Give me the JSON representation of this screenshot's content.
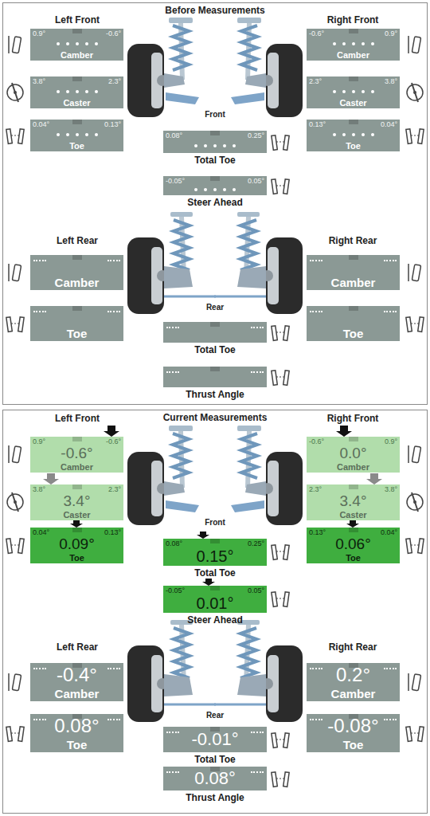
{
  "diagram": {
    "nodes": [
      {
        "text": [
          "Before Measurements"
        ]
      },
      {
        "text": [
          "0.9°",
          "-0.6°",
          "Camber"
        ],
        "in": 0
      },
      {
        "text": [
          "-0.6°",
          "0.9°",
          "Camber"
        ],
        "in": 0
      },
      {
        "text": [
          "3.8°",
          "2.3°",
          "Caster"
        ],
        "in": 0
      },
      {
        "text": [
          "2.3°",
          "3.8°",
          "Caster"
        ],
        "in": 0
      },
      {
        "text": [
          "0.04°",
          "0.13°",
          "Toe"
        ],
        "in": 0
      },
      {
        "text": [
          "0.13°",
          "0.04°",
          "Toe"
        ],
        "in": 0
      },
      {
        "text": [
          "0.08°",
          "0.25°",
          "Total Toe"
        ],
        "in": 0
      },
      {
        "text": [
          "-0.05°",
          "0.05°",
          "Steer Ahead"
        ],
        "in": 0
      },
      {
        "text": [
          "Camber"
        ],
        "in": 0
      },
      {
        "text": [
          "Camber"
        ],
        "in": 0
      },
      {
        "text": [
          "Toe"
        ],
        "in": 0
      },
      {
        "text": [
          "Toe"
        ],
        "in": 0
      },
      {
        "text": [
          "Total Toe"
        ],
        "in": 0
      },
      {
        "text": [
          "Thrust Angle"
        ],
        "in": 0
      },
      {
        "text": [
          "Current Measurements"
        ]
      },
      {
        "text": [
          "0.9°",
          "-0.6°",
          "-0.6°",
          "Camber"
        ],
        "in": 15
      },
      {
        "text": [
          "-0.6°",
          "0.9°",
          "0.0°",
          "Camber"
        ],
        "in": 15
      },
      {
        "text": [
          "3.8°",
          "2.3°",
          "3.4°",
          "Caster"
        ],
        "in": 15
      },
      {
        "text": [
          "2.3°",
          "3.8°",
          "3.4°",
          "Caster"
        ],
        "in": 15
      },
      {
        "text": [
          "0.04°",
          "0.13°",
          "0.09°",
          "Toe"
        ],
        "in": 15
      },
      {
        "text": [
          "0.13°",
          "0.04°",
          "0.06°",
          "Toe"
        ],
        "in": 15
      },
      {
        "text": [
          "0.08°",
          "0.25°",
          "0.15°",
          "Total Toe"
        ],
        "in": 15
      },
      {
        "text": [
          "-0.05°",
          "0.05°",
          "0.01°",
          "Steer Ahead"
        ],
        "in": 15
      },
      {
        "text": [
          "-0.4°",
          "Camber"
        ],
        "in": 15
      },
      {
        "text": [
          "0.2°",
          "Camber"
        ],
        "in": 15
      },
      {
        "text": [
          "0.08°",
          "Toe"
        ],
        "in": 15
      },
      {
        "text": [
          "-0.08°",
          "Toe"
        ],
        "in": 15
      },
      {
        "text": [
          "-0.01°",
          "Total Toe"
        ],
        "in": 15
      },
      {
        "text": [
          "0.08°",
          "Thrust Angle"
        ],
        "in": 15
      }
    ],
    "labels": [
      "Left Front",
      "Right Front",
      "Front",
      "Left Rear",
      "Right Rear",
      "Rear",
      "Left Front",
      "Right Front",
      "Front",
      "Left Rear",
      "Right Rear",
      "Rear"
    ]
  }
}
